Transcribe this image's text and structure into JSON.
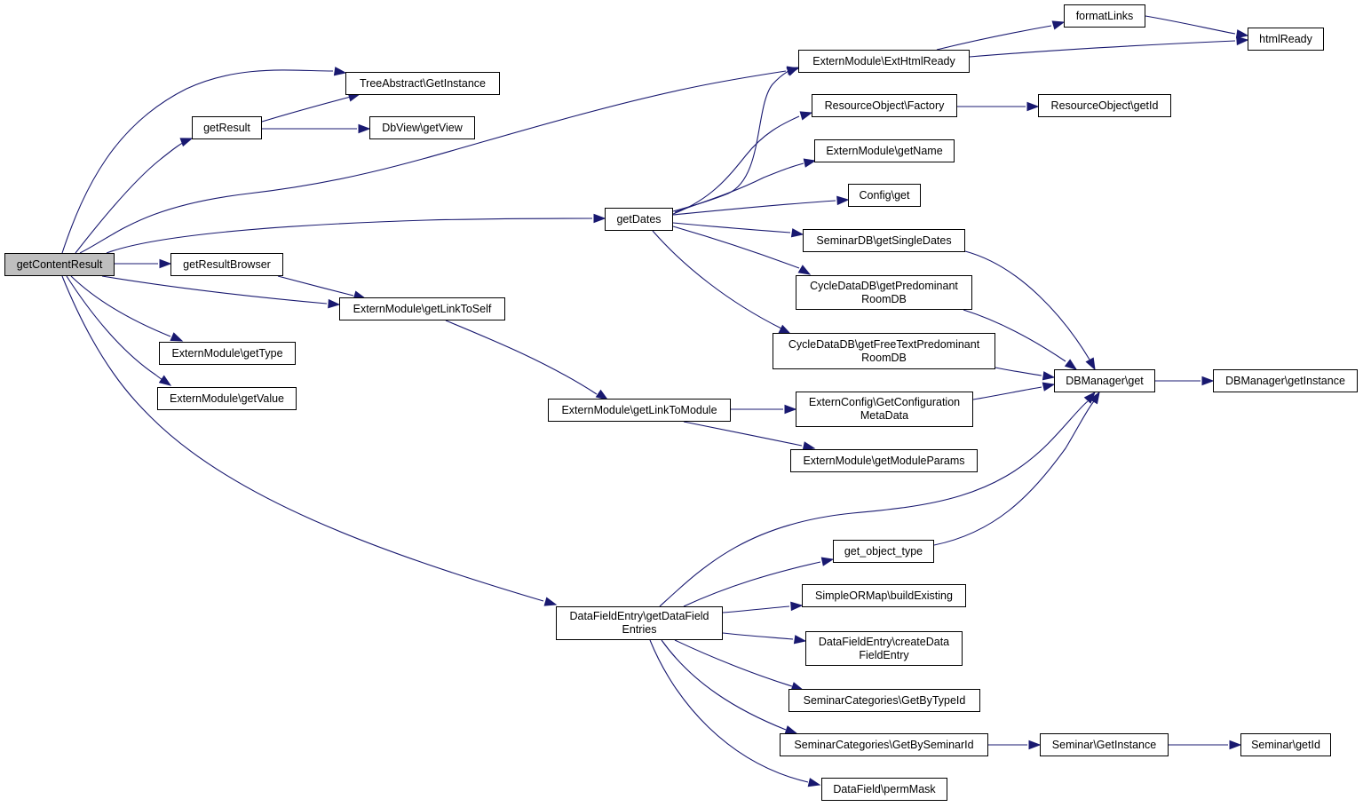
{
  "nodes": {
    "getContentResult": "getContentResult",
    "treeAbstract_GetInstance": "TreeAbstract\\GetInstance",
    "getResult": "getResult",
    "dbView_getView": "DbView\\getView",
    "getResultBrowser": "getResultBrowser",
    "externModule_getLinkToSelf": "ExternModule\\getLinkToSelf",
    "externModule_getType": "ExternModule\\getType",
    "externModule_getValue": "ExternModule\\getValue",
    "getDates": "getDates",
    "externModule_getLinkToModule": "ExternModule\\getLinkToModule",
    "dataFieldEntry_getDataFieldEntries": "DataFieldEntry\\getDataField\nEntries",
    "externModule_ExtHtmlReady": "ExternModule\\ExtHtmlReady",
    "formatLinks": "formatLinks",
    "htmlReady": "htmlReady",
    "resourceObject_Factory": "ResourceObject\\Factory",
    "resourceObject_getId": "ResourceObject\\getId",
    "externModule_getName": "ExternModule\\getName",
    "config_get": "Config\\get",
    "seminarDB_getSingleDates": "SeminarDB\\getSingleDates",
    "cycleDataDB_getPredominantRoomDB": "CycleDataDB\\getPredominant\nRoomDB",
    "cycleDataDB_getFreeTextPredominantRoomDB": "CycleDataDB\\getFreeTextPredominant\nRoomDB",
    "dbManager_get": "DBManager\\get",
    "dbManager_getInstance": "DBManager\\getInstance",
    "externConfig_GetConfigurationMetaData": "ExternConfig\\GetConfiguration\nMetaData",
    "externModule_getModuleParams": "ExternModule\\getModuleParams",
    "get_object_type": "get_object_type",
    "simpleORMap_buildExisting": "SimpleORMap\\buildExisting",
    "dataFieldEntry_createDataFieldEntry": "DataFieldEntry\\createData\nFieldEntry",
    "seminarCategories_GetByTypeId": "SeminarCategories\\GetByTypeId",
    "seminarCategories_GetBySeminarId": "SeminarCategories\\GetBySeminarId",
    "seminar_GetInstance": "Seminar\\GetInstance",
    "seminar_getId": "Seminar\\getId",
    "dataField_permMask": "DataField\\permMask"
  },
  "colors": {
    "edge": "#191970",
    "root_fill": "#bfbfbf",
    "node_fill": "#ffffff",
    "border": "#000000"
  }
}
